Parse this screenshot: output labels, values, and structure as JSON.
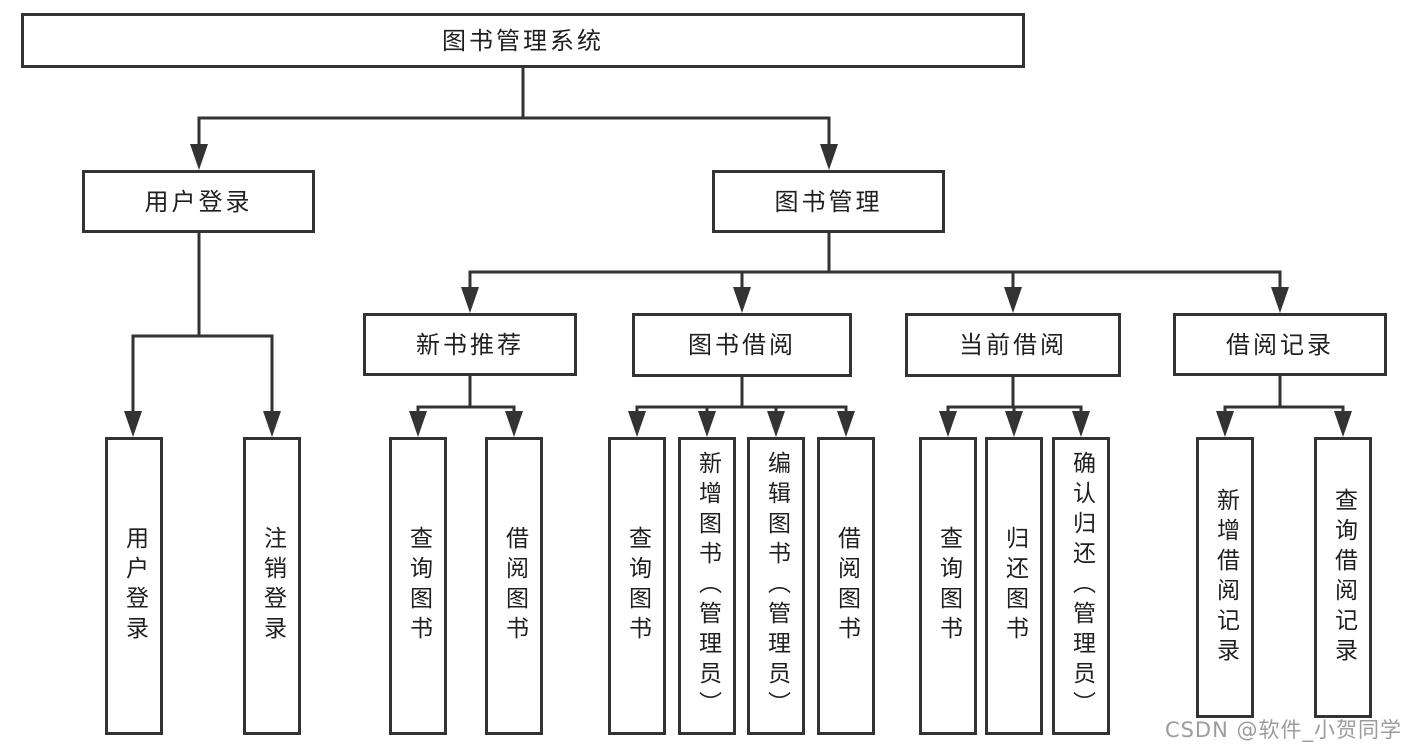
{
  "diagram_type": "functional-structure-tree",
  "colors": {
    "background": "#ffffff",
    "box_border": "#333333",
    "connector_line": "#333333",
    "text": "#1f1f1f",
    "watermark": "#9c9c9c"
  },
  "tree": {
    "root": "图书管理系统",
    "branches": [
      {
        "label": "用户登录",
        "children": [
          "用户登录",
          "注销登录"
        ]
      },
      {
        "label": "图书管理",
        "sections": [
          {
            "label": "新书推荐",
            "children": [
              "查询图书",
              "借阅图书"
            ]
          },
          {
            "label": "图书借阅",
            "children": [
              "查询图书",
              "新增图书（管理员）",
              "编辑图书（管理员）",
              "借阅图书"
            ]
          },
          {
            "label": "当前借阅",
            "children": [
              "查询图书",
              "归还图书",
              "确认归还（管理员）"
            ]
          },
          {
            "label": "借阅记录",
            "children": [
              "新增借阅记录",
              "查询借阅记录"
            ]
          }
        ]
      }
    ]
  },
  "watermark": "CSDN @软件_小贺同学"
}
